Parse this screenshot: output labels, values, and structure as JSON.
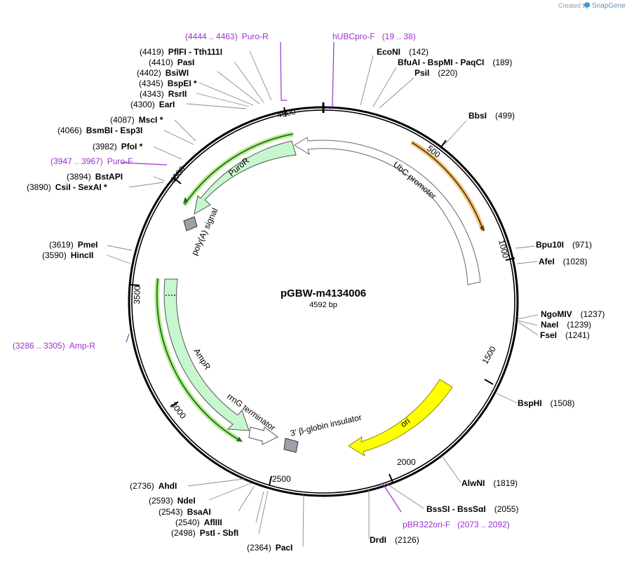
{
  "credit": {
    "text": "Created by",
    "brand": "SnapGene"
  },
  "plasmid": {
    "name": "pGBW-m4134006",
    "length": "4592 bp"
  },
  "ticks": [
    "500",
    "1000",
    "1500",
    "2000",
    "2500",
    "3000",
    "3500",
    "4000",
    "4500"
  ],
  "features": {
    "ubc": "UbC promoter",
    "puror": "PuroR",
    "polya": "poly(A) signal",
    "ampr": "AmpR",
    "rrng": "rrnG terminator",
    "globin": "3′ β-globin insulator",
    "ori": "ori"
  },
  "primers": {
    "puroR": {
      "name": "Puro-R",
      "range": "(4444 .. 4463)"
    },
    "hubc": {
      "name": "hUBCpro-F",
      "range": "(19 .. 38)"
    },
    "puroF": {
      "name": "Puro-F",
      "range": "(3947 .. 3967)"
    },
    "ampR": {
      "name": "Amp-R",
      "range": "(3286 .. 3305)"
    },
    "pbr": {
      "name": "pBR322ori-F",
      "range": "(2073 .. 2092)"
    }
  },
  "sites": {
    "pflfi": {
      "pos": "(4419)",
      "name": "PflFI  -  Tth111I"
    },
    "pasi": {
      "pos": "(4410)",
      "name": "PasI"
    },
    "bsiwi": {
      "pos": "(4402)",
      "name": "BsiWI"
    },
    "bspei": {
      "pos": "(4345)",
      "name": "BspEI *"
    },
    "rsrii": {
      "pos": "(4343)",
      "name": "RsrII"
    },
    "eari": {
      "pos": "(4300)",
      "name": "EarI"
    },
    "msci": {
      "pos": "(4087)",
      "name": "MscI *"
    },
    "bsmbi": {
      "pos": "(4066)",
      "name": "BsmBI  -  Esp3I"
    },
    "pfoi": {
      "pos": "(3982)",
      "name": "PfoI *"
    },
    "bstapi": {
      "pos": "(3894)",
      "name": "BstAPI"
    },
    "csii": {
      "pos": "(3890)",
      "name": "CsiI  -  SexAI *"
    },
    "pmei": {
      "pos": "(3619)",
      "name": "PmeI"
    },
    "hincii": {
      "pos": "(3590)",
      "name": "HincII"
    },
    "econi": {
      "name": "EcoNI",
      "pos": "(142)"
    },
    "bfuai": {
      "name": "BfuAI  -  BspMI  -  PaqCI",
      "pos": "(189)"
    },
    "psii": {
      "name": "PsiI",
      "pos": "(220)"
    },
    "bbsi": {
      "name": "BbsI",
      "pos": "(499)"
    },
    "bpu10i": {
      "name": "Bpu10I",
      "pos": "(971)"
    },
    "afei": {
      "name": "AfeI",
      "pos": "(1028)"
    },
    "ngomiv": {
      "name": "NgoMIV",
      "pos": "(1237)"
    },
    "naei": {
      "name": "NaeI",
      "pos": "(1239)"
    },
    "fsei": {
      "name": "FseI",
      "pos": "(1241)"
    },
    "bsphi": {
      "name": "BspHI",
      "pos": "(1508)"
    },
    "alwni": {
      "name": "AlwNI",
      "pos": "(1819)"
    },
    "bsssi": {
      "name": "BssSI  -  BssSαI",
      "pos": "(2055)"
    },
    "drdi": {
      "name": "DrdI",
      "pos": "(2126)"
    },
    "ahdi": {
      "pos": "(2736)",
      "name": "AhdI"
    },
    "ndei": {
      "pos": "(2593)",
      "name": "NdeI"
    },
    "bsaai": {
      "pos": "(2543)",
      "name": "BsaAI"
    },
    "afliii": {
      "pos": "(2540)",
      "name": "AflIII"
    },
    "psti": {
      "pos": "(2498)",
      "name": "PstI  -  SbfI"
    },
    "paci": {
      "pos": "(2364)",
      "name": "PacI"
    }
  }
}
